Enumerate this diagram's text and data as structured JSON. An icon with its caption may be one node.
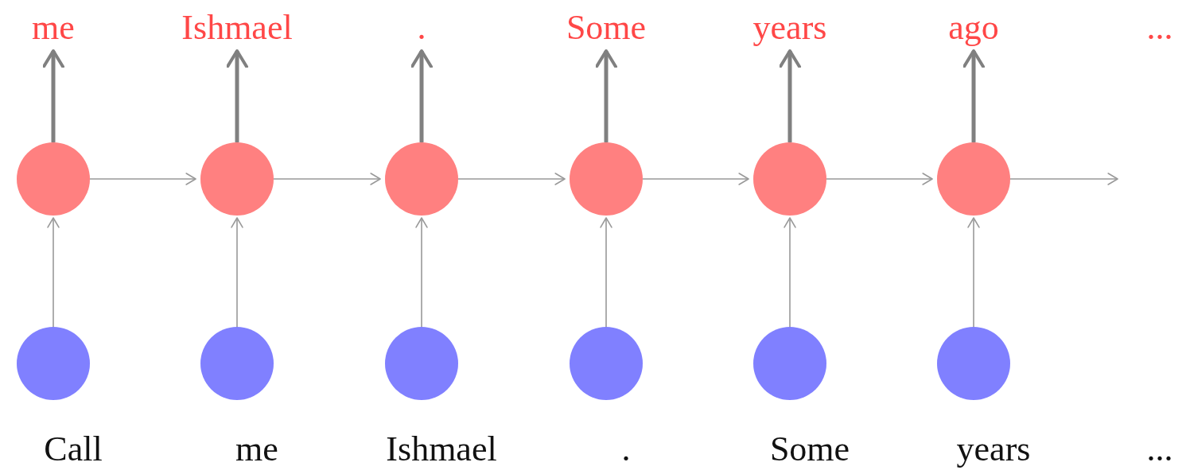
{
  "diagram": {
    "nodes": [
      {
        "text": [
          "me"
        ]
      },
      {
        "text": [
          "Ishmael"
        ]
      },
      {
        "text": [
          "."
        ]
      },
      {
        "text": [
          "Some"
        ]
      },
      {
        "text": [
          "years"
        ]
      },
      {
        "text": [
          "ago"
        ]
      },
      {
        "text": [],
        "shape": "circle"
      },
      {
        "text": [],
        "shape": "circle"
      },
      {
        "text": [],
        "shape": "circle"
      },
      {
        "text": [],
        "shape": "circle"
      },
      {
        "text": [],
        "shape": "circle"
      },
      {
        "text": [],
        "shape": "circle"
      },
      {
        "text": [],
        "shape": "circle",
        "beside": [
          "Call"
        ]
      },
      {
        "text": [],
        "shape": "circle",
        "beside": [
          "me"
        ]
      },
      {
        "text": [],
        "shape": "circle",
        "beside": [
          "Ishmael"
        ]
      },
      {
        "text": [],
        "shape": "circle",
        "beside": [
          "."
        ]
      },
      {
        "text": [],
        "shape": "circle",
        "beside": [
          "Some"
        ]
      },
      {
        "text": [],
        "shape": "circle",
        "beside": [
          "years"
        ]
      }
    ],
    "edges": [
      {
        "from": 6,
        "to": 0,
        "arrow": "to",
        "style": "thick",
        "color": "#808080"
      },
      {
        "from": 7,
        "to": 1,
        "arrow": "to",
        "style": "thick",
        "color": "#808080"
      },
      {
        "from": 8,
        "to": 2,
        "arrow": "to",
        "style": "thick",
        "color": "#808080"
      },
      {
        "from": 9,
        "to": 3,
        "arrow": "to",
        "style": "thick",
        "color": "#808080"
      },
      {
        "from": 10,
        "to": 4,
        "arrow": "to",
        "style": "thick",
        "color": "#808080"
      },
      {
        "from": 11,
        "to": 5,
        "arrow": "to",
        "style": "thick",
        "color": "#808080"
      },
      {
        "from": 6,
        "to": 7,
        "arrow": "to"
      },
      {
        "from": 7,
        "to": 8,
        "arrow": "to"
      },
      {
        "from": 8,
        "to": 9,
        "arrow": "to"
      },
      {
        "from": 9,
        "to": 10,
        "arrow": "to"
      },
      {
        "from": 10,
        "to": 11,
        "arrow": "to"
      },
      {
        "from": 11,
        "to": null,
        "arrow": "to"
      },
      {
        "from": 12,
        "to": 6,
        "arrow": "to"
      },
      {
        "from": 13,
        "to": 7,
        "arrow": "to"
      },
      {
        "from": 14,
        "to": 8,
        "arrow": "to"
      },
      {
        "from": 15,
        "to": 9,
        "arrow": "to"
      },
      {
        "from": 16,
        "to": 10,
        "arrow": "to"
      },
      {
        "from": 17,
        "to": 11,
        "arrow": "to"
      }
    ],
    "labels": [
      "...",
      "..."
    ]
  }
}
